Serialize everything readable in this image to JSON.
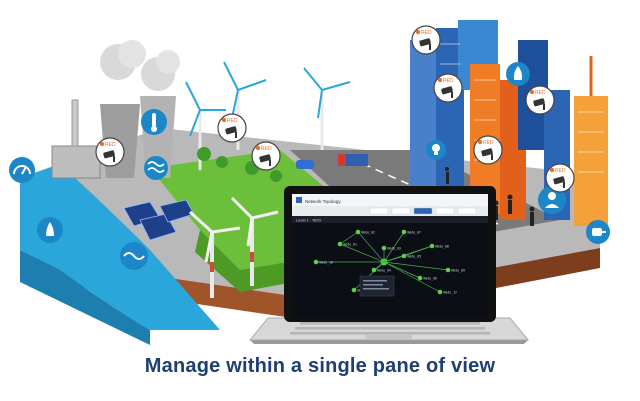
{
  "caption": "Manage within a single pane of view",
  "camera_badge": "RED",
  "laptop": {
    "app_title": "Network Topology",
    "toolbar_buttons": [
      "",
      "",
      "",
      "",
      ""
    ],
    "panel_label": "Level 1 · NDS",
    "nodes": [
      {
        "label": "Node_01"
      },
      {
        "label": "Node_02"
      },
      {
        "label": "Node_03"
      },
      {
        "label": "Node_04"
      },
      {
        "label": "Node_05"
      },
      {
        "label": "Node_06"
      },
      {
        "label": "Node_07"
      },
      {
        "label": "Node_08"
      },
      {
        "label": "Node_09"
      },
      {
        "label": "Node_10"
      },
      {
        "label": "Node_11"
      },
      {
        "label": "Node_12"
      }
    ]
  },
  "colors": {
    "caption": "#1f3e75",
    "badge_orange": "#e8722a",
    "water": "#2aa6db",
    "grass": "#6bbf3a",
    "node_green": "#5fd04a",
    "screen_bg": "#0b0e14"
  },
  "icons": [
    "gauge-icon",
    "water-drop-icon",
    "wave-icon",
    "thermometer-icon",
    "heat-wave-icon",
    "fire-icon",
    "lightbulb-icon",
    "power-plug-icon",
    "security-guard-icon",
    "camera-icon"
  ]
}
